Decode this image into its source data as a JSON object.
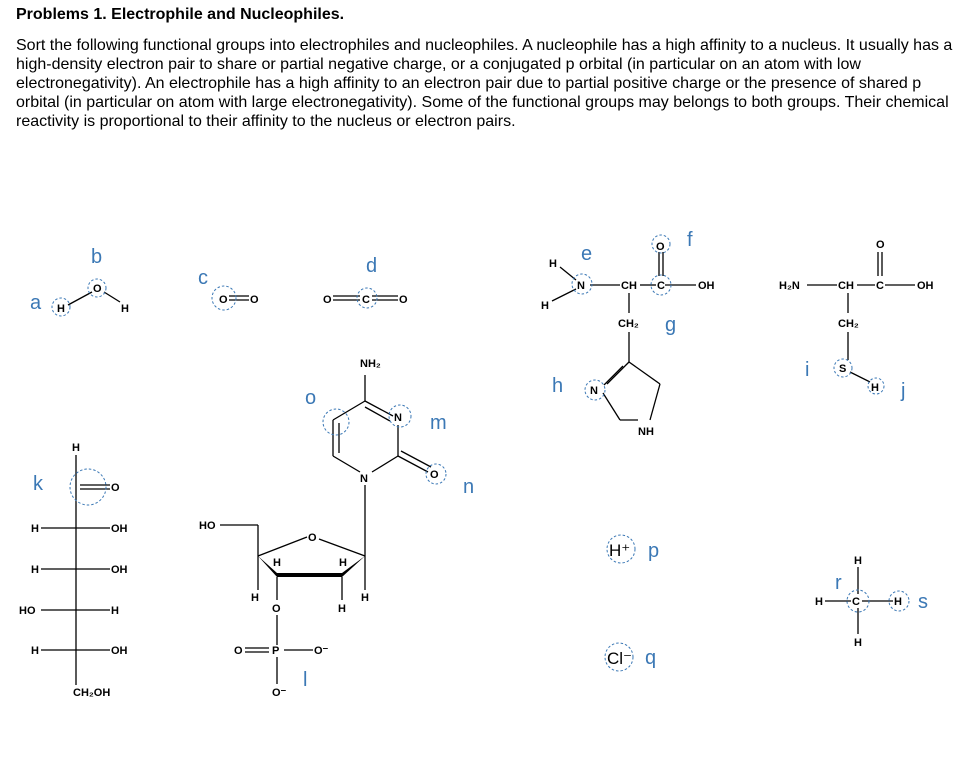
{
  "heading": "Problems 1. Electrophile and Nucleophiles.",
  "intro": "Sort the following functional groups into electrophiles and nucleophiles. A nucleophile has a high affinity to a nucleus. It usually has a high-density electron pair to share or partial negative charge, or a conjugated p orbital (in particular on an atom with low electronegativity). An electrophile has a high affinity to an electron pair due to partial positive charge or the presence of shared p orbital (in particular on atom with large electronegativity). Some of the functional groups may belongs to both groups. Their chemical reactivity is proportional to their affinity to the nucleus or electron pairs.",
  "labels": {
    "a": "a",
    "b": "b",
    "c": "c",
    "d": "d",
    "e": "e",
    "f": "f",
    "g": "g",
    "h": "h",
    "i": "i",
    "j": "j",
    "k": "k",
    "l": "l",
    "m": "m",
    "n": "n",
    "o": "o",
    "p": "p",
    "q": "q",
    "r": "r",
    "s": "s"
  },
  "atoms": {
    "H": "H",
    "O": "O",
    "C": "C",
    "N": "N",
    "S": "S",
    "P": "P",
    "OH": "OH",
    "HO": "HO",
    "NH": "NH",
    "CH": "CH",
    "O_minus": "O⁻",
    "NH2": "NH₂",
    "H2N": "H₂N",
    "CH2": "CH₂",
    "CH2OH": "CH₂OH",
    "H_plus": "H⁺",
    "Cl_minus": "Cl⁻"
  },
  "colors": {
    "label": "#3b78b5",
    "text": "#000000"
  }
}
